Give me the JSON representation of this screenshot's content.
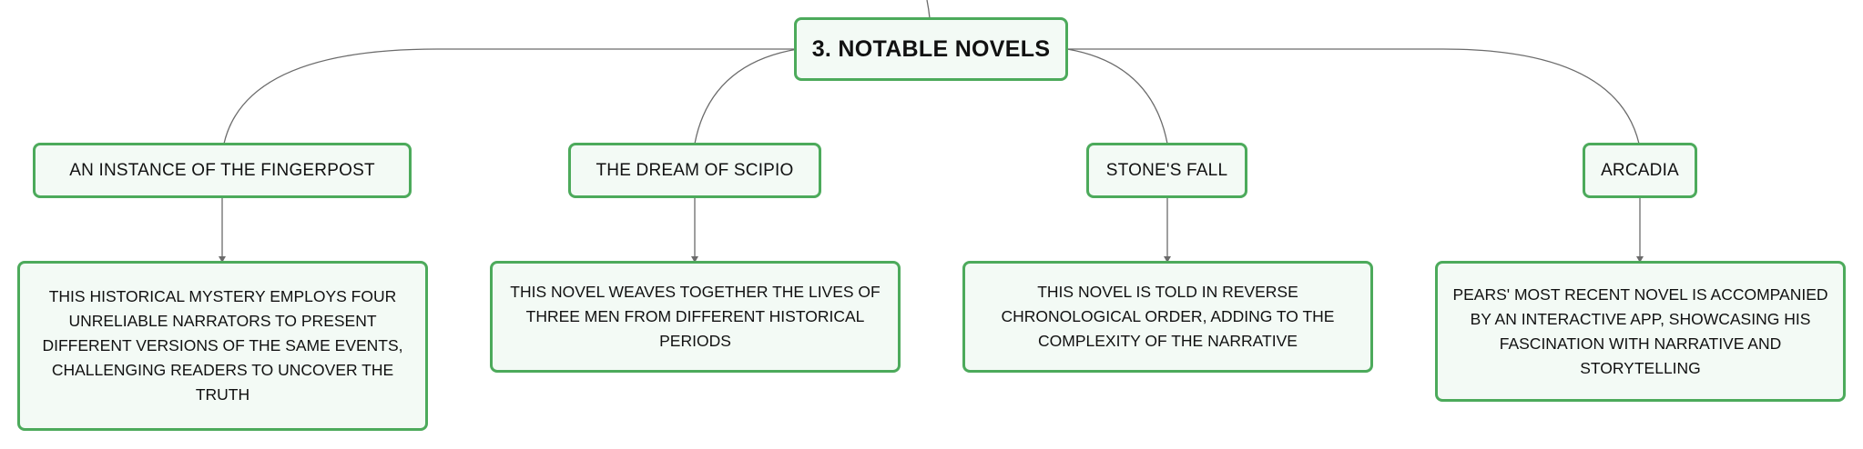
{
  "root": {
    "label": "3. NOTABLE NOVELS"
  },
  "novels": [
    {
      "title": "AN INSTANCE OF THE FINGERPOST",
      "description": "THIS HISTORICAL MYSTERY EMPLOYS FOUR UNRELIABLE NARRATORS TO PRESENT DIFFERENT VERSIONS OF THE SAME EVENTS, CHALLENGING READERS TO UNCOVER THE TRUTH"
    },
    {
      "title": "THE DREAM OF SCIPIO",
      "description": "THIS NOVEL WEAVES TOGETHER THE LIVES OF THREE MEN FROM DIFFERENT HISTORICAL PERIODS"
    },
    {
      "title": "STONE'S FALL",
      "description": "THIS NOVEL IS TOLD IN REVERSE CHRONOLOGICAL ORDER, ADDING TO THE COMPLEXITY OF THE NARRATIVE"
    },
    {
      "title": "ARCADIA",
      "description": "PEARS' MOST RECENT NOVEL IS ACCOMPANIED BY AN INTERACTIVE APP, SHOWCASING HIS FASCINATION WITH NARRATIVE AND STORYTELLING"
    }
  ],
  "colors": {
    "node_border": "#4caa5b",
    "node_fill": "#f3faf5",
    "connector": "#6b6b6b"
  }
}
